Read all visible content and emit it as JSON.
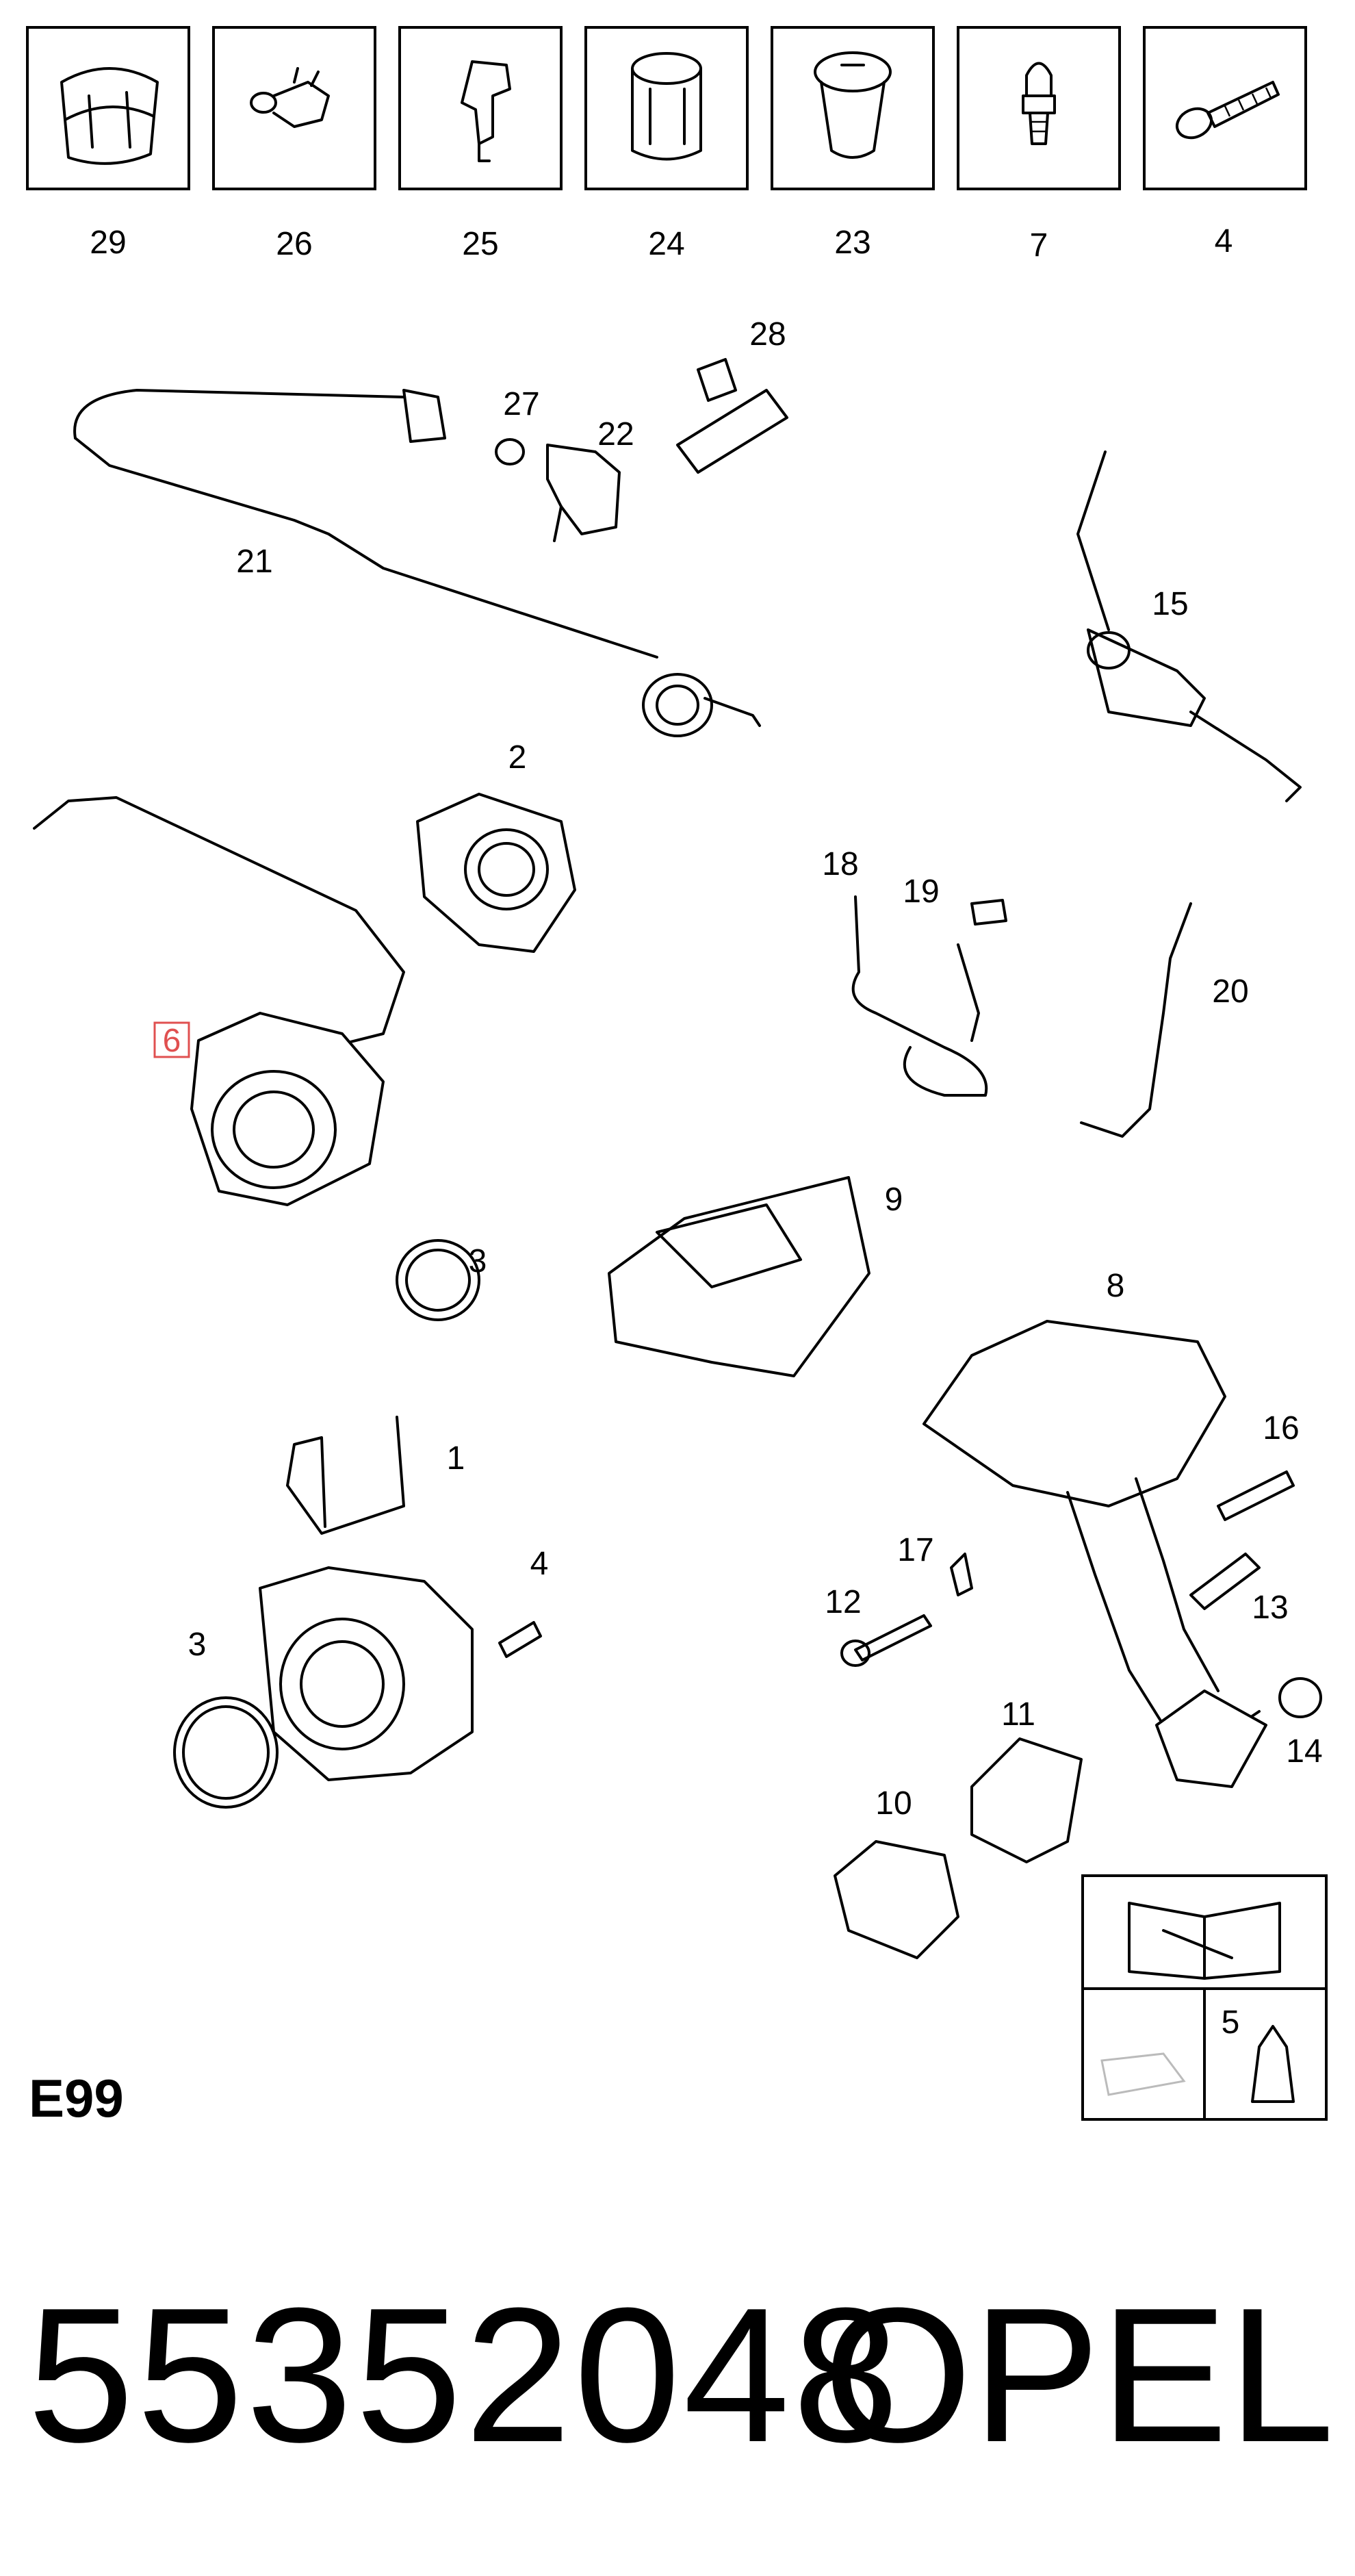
{
  "top_row": [
    {
      "label": "29",
      "icon": "quick-connector-icon"
    },
    {
      "label": "26",
      "icon": "clip-icon"
    },
    {
      "label": "25",
      "icon": "bracket-clip-icon"
    },
    {
      "label": "24",
      "icon": "sleeve-icon"
    },
    {
      "label": "23",
      "icon": "grommet-icon"
    },
    {
      "label": "7",
      "icon": "bleed-screw-icon"
    },
    {
      "label": "4",
      "icon": "bolt-icon"
    }
  ],
  "callouts": {
    "c27": "27",
    "c22": "22",
    "c28": "28",
    "c21": "21",
    "c15": "15",
    "c2": "2",
    "c18": "18",
    "c19": "19",
    "c20": "20",
    "c6": "6",
    "c9": "9",
    "c3a": "3",
    "c8": "8",
    "c1": "1",
    "c16": "16",
    "c4": "4",
    "c17": "17",
    "c3b": "3",
    "c12": "12",
    "c13": "13",
    "c11": "11",
    "c14": "14",
    "c10": "10",
    "c5": "5"
  },
  "highlight_color": "#e05050",
  "legend_box": {
    "icons": [
      "repair-manual-icon",
      "oil-can-icon",
      "lubricant-bottle-icon"
    ]
  },
  "section_code": "E99",
  "part_number": "55352048",
  "brand": "OPEL"
}
